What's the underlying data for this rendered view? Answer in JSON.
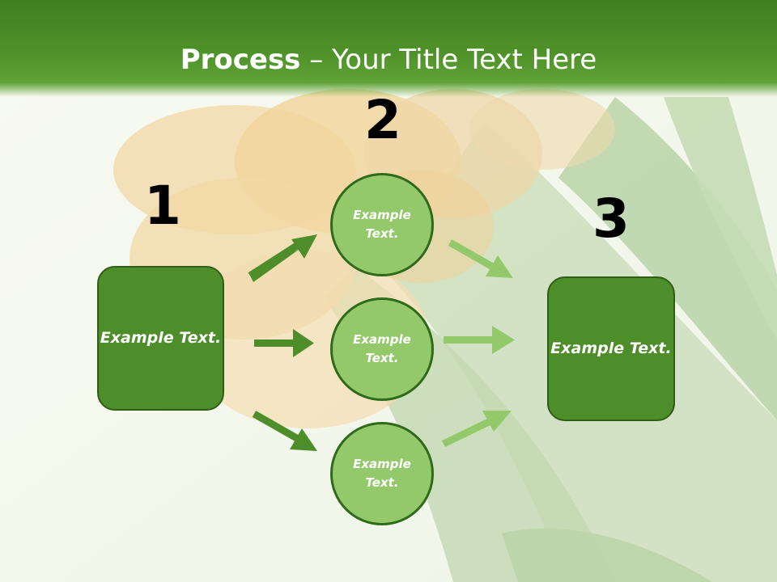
{
  "slide": {
    "title_bold": "Process",
    "title_rest": " – Your Title Text Here"
  },
  "steps": {
    "one": "1",
    "two": "2",
    "three": "3"
  },
  "nodes": {
    "left_box": "Example Text.",
    "circle_top": "Example Text.",
    "circle_middle": "Example Text.",
    "circle_bottom": "Example Text.",
    "right_box": "Example Text."
  },
  "colors": {
    "header_green": "#4f9229",
    "box_green": "#4e8e2a",
    "circle_green": "#93c96a",
    "arrow_dark": "#4e8e2a",
    "arrow_light": "#93c96a"
  }
}
